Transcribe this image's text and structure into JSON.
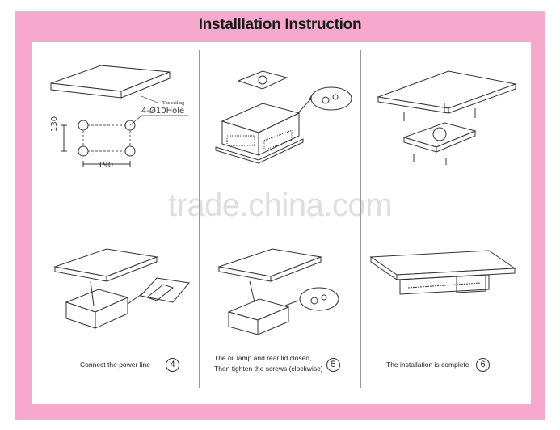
{
  "title": "Installlation Instruction",
  "watermark": "trade.china.com",
  "steps": [
    {
      "number": "",
      "caption": "",
      "label": "The ceiling",
      "hole_label": "4-Ø10Hole",
      "dim_width": "190",
      "dim_height": "130"
    },
    {
      "number": "",
      "caption": ""
    },
    {
      "number": "",
      "caption": ""
    },
    {
      "number": "4",
      "caption": "Connect the power line"
    },
    {
      "number": "5",
      "caption_line1": "The oil lamp and rear lid closed,",
      "caption_line2": "Then tighten the screws (clockwise)"
    },
    {
      "number": "6",
      "caption": "The installation is complete"
    }
  ]
}
